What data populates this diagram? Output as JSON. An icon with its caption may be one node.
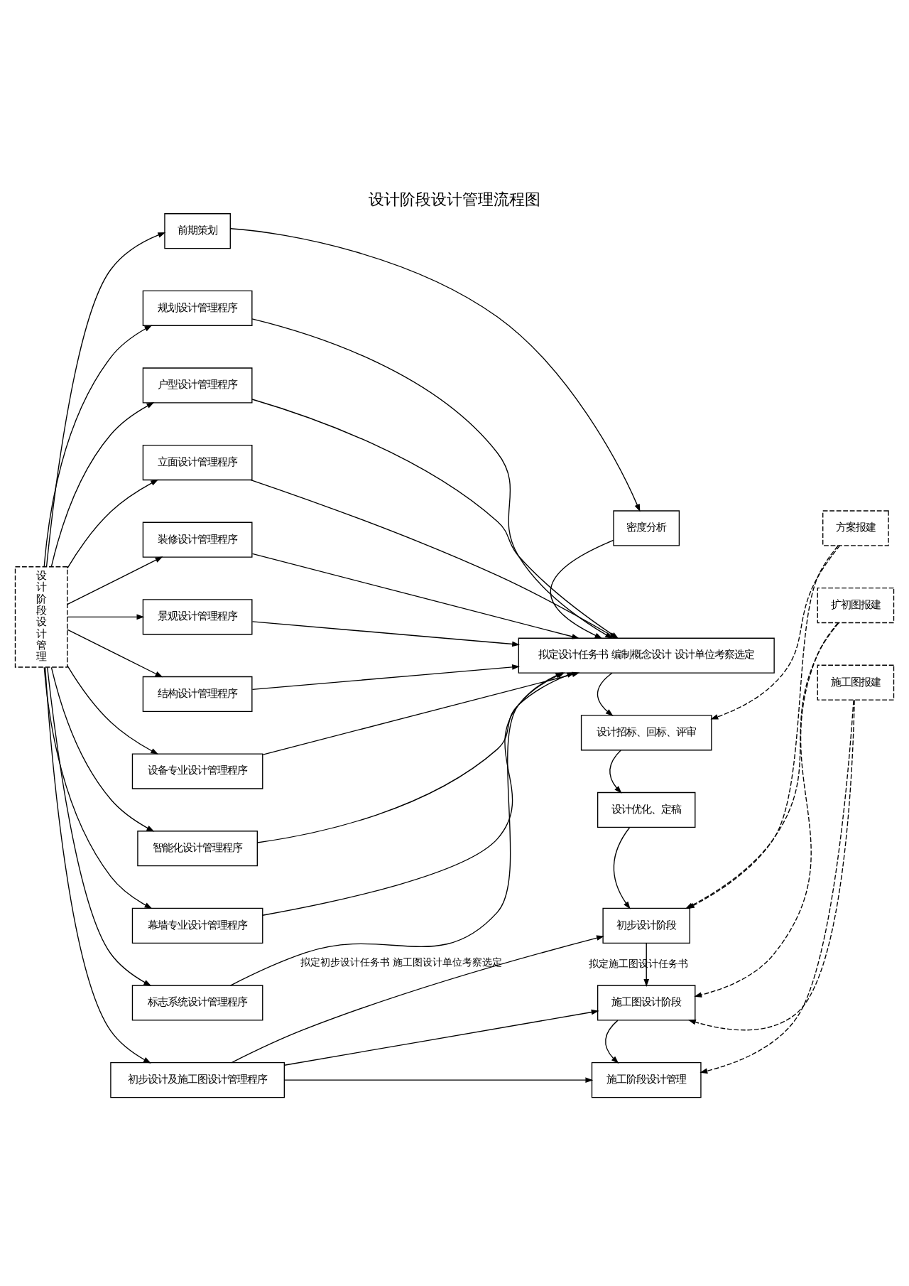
{
  "diagram": {
    "title": "设计阶段设计管理流程图",
    "nodes": [
      {
        "text": [
          "设计阶段设计管理"
        ]
      },
      {
        "text": [
          "前期策划"
        ]
      },
      {
        "text": [
          "密度分析"
        ]
      },
      {
        "text": [
          "规划设计管理程序"
        ]
      },
      {
        "text": [
          "户型设计管理程序"
        ]
      },
      {
        "text": [
          "立面设计管理程序"
        ]
      },
      {
        "text": [
          "装修设计管理程序"
        ]
      },
      {
        "text": [
          "景观设计管理程序"
        ]
      },
      {
        "text": [
          "结构设计管理程序"
        ]
      },
      {
        "text": [
          "设备专业设计管理程序"
        ]
      },
      {
        "text": [
          "智能化设计管理程序"
        ]
      },
      {
        "text": [
          "幕墙专业设计管理程序"
        ]
      },
      {
        "text": [
          "标志系统设计管理程序"
        ]
      },
      {
        "text": [
          "初步设计及施工图设计管理程序"
        ]
      },
      {
        "text": [
          "拟定设计任务书 编制概念设计 设计单位考察选定"
        ]
      },
      {
        "text": [
          "设计招标、回标、评审"
        ]
      },
      {
        "text": [
          "设计优化、定稿"
        ]
      },
      {
        "text": [
          "方案报建"
        ]
      },
      {
        "text": [
          "初步设计阶段"
        ]
      },
      {
        "text": [
          "扩初图报建"
        ]
      },
      {
        "text": [
          "施工图设计阶段"
        ]
      },
      {
        "text": [
          "施工图报建"
        ]
      },
      {
        "text": [
          "施工阶段设计管理"
        ]
      }
    ],
    "edges": [
      {
        "from": 0,
        "to": 1,
        "arrow": "to"
      },
      {
        "from": 0,
        "to": 3,
        "arrow": "to"
      },
      {
        "from": 0,
        "to": 4,
        "arrow": "to"
      },
      {
        "from": 0,
        "to": 5,
        "arrow": "to"
      },
      {
        "from": 0,
        "to": 6,
        "arrow": "to"
      },
      {
        "from": 0,
        "to": 7,
        "arrow": "to"
      },
      {
        "from": 0,
        "to": 8,
        "arrow": "to"
      },
      {
        "from": 0,
        "to": 9,
        "arrow": "to"
      },
      {
        "from": 0,
        "to": 10,
        "arrow": "to"
      },
      {
        "from": 0,
        "to": 11,
        "arrow": "to"
      },
      {
        "from": 0,
        "to": 12,
        "arrow": "to"
      },
      {
        "from": 0,
        "to": 13,
        "arrow": "to"
      },
      {
        "from": 1,
        "to": 2,
        "arrow": "to"
      },
      {
        "from": 2,
        "to": 14,
        "arrow": "to"
      },
      {
        "from": 3,
        "to": 14,
        "arrow": "to"
      },
      {
        "from": 4,
        "to": 14,
        "arrow": "to"
      },
      {
        "from": 5,
        "to": 14,
        "arrow": "to"
      },
      {
        "from": 6,
        "to": 14,
        "arrow": "to"
      },
      {
        "from": 7,
        "to": 14,
        "arrow": "to"
      },
      {
        "from": 8,
        "to": 14,
        "arrow": "to"
      },
      {
        "from": 9,
        "to": 14,
        "arrow": "to"
      },
      {
        "from": 10,
        "to": 14,
        "arrow": "to"
      },
      {
        "from": 11,
        "to": 14,
        "arrow": "to"
      },
      {
        "from": 12,
        "to": 14,
        "arrow": "to"
      },
      {
        "from": 14,
        "to": 15,
        "arrow": "to"
      },
      {
        "from": 15,
        "to": 16,
        "arrow": "to"
      },
      {
        "from": 16,
        "to": 18,
        "arrow": "to"
      },
      {
        "from": 13,
        "to": 18,
        "arrow": "to",
        "label": "拟定初步设计任务书 施工图设计单位考察选定"
      },
      {
        "from": 13,
        "to": 20,
        "arrow": "to"
      },
      {
        "from": 18,
        "to": 20,
        "arrow": "to",
        "label": "拟定施工图设计任务书"
      },
      {
        "from": 20,
        "to": 22,
        "arrow": "to"
      },
      {
        "from": 13,
        "to": 22,
        "arrow": "to"
      },
      {
        "from": 17,
        "to": 15,
        "arrow": "to",
        "style": "dashed"
      },
      {
        "from": 17,
        "to": 18,
        "arrow": "to",
        "style": "dashed"
      },
      {
        "from": 19,
        "to": 18,
        "arrow": "to",
        "style": "dashed"
      },
      {
        "from": 19,
        "to": 20,
        "arrow": "to",
        "style": "dashed"
      },
      {
        "from": 21,
        "to": 20,
        "arrow": "to",
        "style": "dashed"
      },
      {
        "from": 21,
        "to": 22,
        "arrow": "to",
        "style": "dashed"
      }
    ]
  }
}
